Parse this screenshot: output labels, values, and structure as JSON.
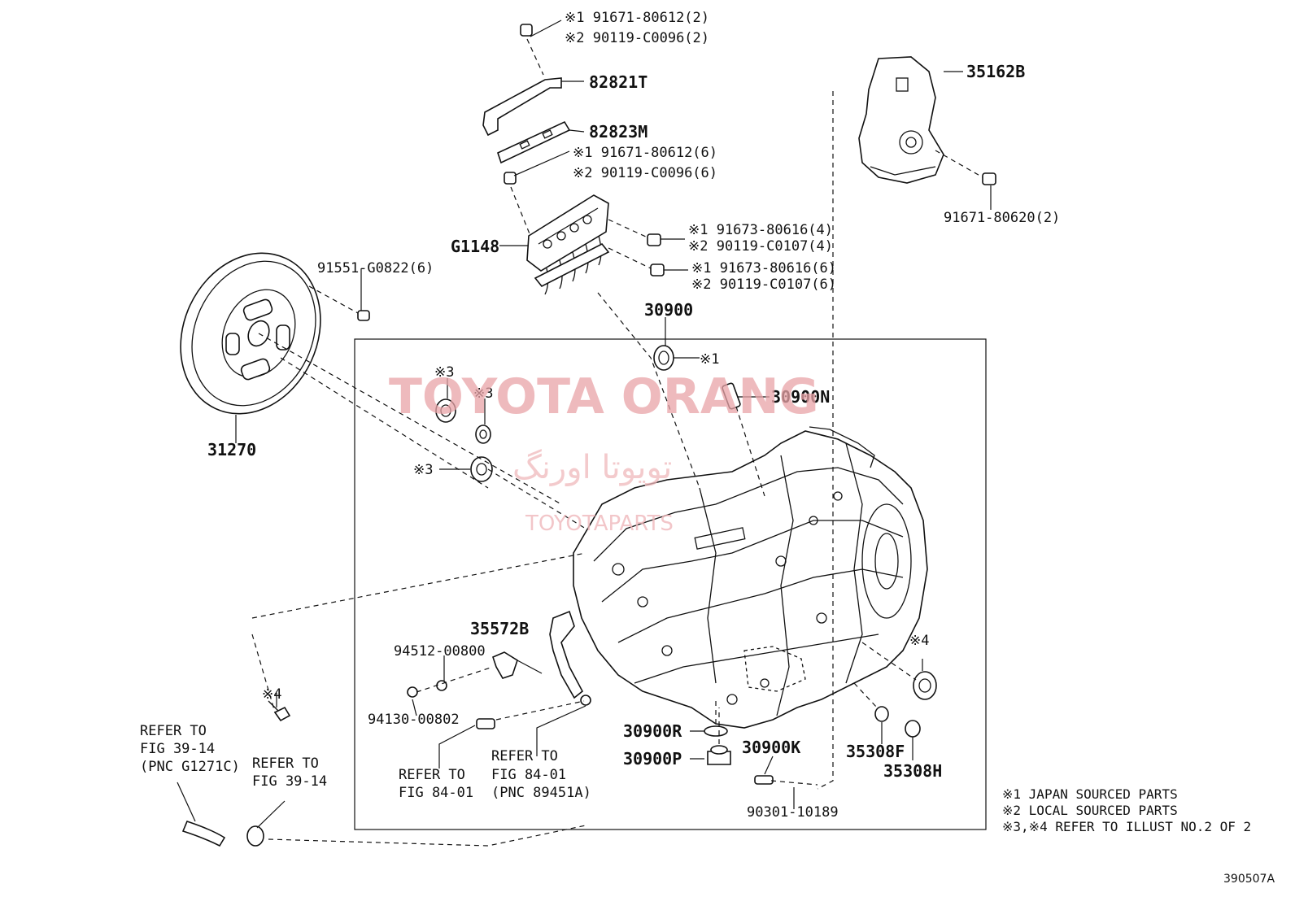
{
  "labels": {
    "p82821T": "82821T",
    "p82823M": "82823M",
    "p35162B": "35162B",
    "pG1148": "G1148",
    "p31270": "31270",
    "p30900": "30900",
    "p30900N": "30900N",
    "p35572B": "35572B",
    "p30900R": "30900R",
    "p30900P": "30900P",
    "p30900K": "30900K",
    "p35308F": "35308F",
    "p35308H": "35308H"
  },
  "bolts": {
    "top_bolt_a": "※1 91671-80612(2)",
    "top_bolt_b": "※2 90119-C0096(2)",
    "mid_bolt_a": "※1 91671-80612(6)",
    "mid_bolt_b": "※2 90119-C0096(6)",
    "g_bolt1_a": "※1 91673-80616(4)",
    "g_bolt1_b": "※2 90119-C0107(4)",
    "g_bolt2_a": "※1 91673-80616(6)",
    "g_bolt2_b": "※2 90119-C0107(6)",
    "cover_bolt": "91671-80620(2)",
    "disc_bolt": "91551-G0822(6)",
    "p94512": "94512-00800",
    "p94130": "94130-00802",
    "p90301": "90301-10189"
  },
  "marks": {
    "m1": "※1",
    "m3a": "※3",
    "m3b": "※3",
    "m3c": "※3",
    "m4a": "※4",
    "m4b": "※4"
  },
  "refers": {
    "r1_l1": "REFER TO",
    "r1_l2": "FIG 39-14",
    "r1_l3": "(PNC G1271C)",
    "r2_l1": "REFER TO",
    "r2_l2": "FIG 39-14",
    "r3_l1": "REFER TO",
    "r3_l2": "FIG 84-01",
    "r4_l1": "REFER TO",
    "r4_l2": "FIG 84-01",
    "r4_l3": "(PNC 89451A)"
  },
  "notes": {
    "n1": "※1 JAPAN SOURCED PARTS",
    "n2": "※2 LOCAL SOURCED PARTS",
    "n3": "※3,※4 REFER TO ILLUST NO.2 OF 2"
  },
  "figure_id": "390507A",
  "watermark": {
    "main": "TOYOTA ORANG",
    "farsi": "تویوتا اورنگ",
    "sub": "TOYOTAPARTS"
  }
}
